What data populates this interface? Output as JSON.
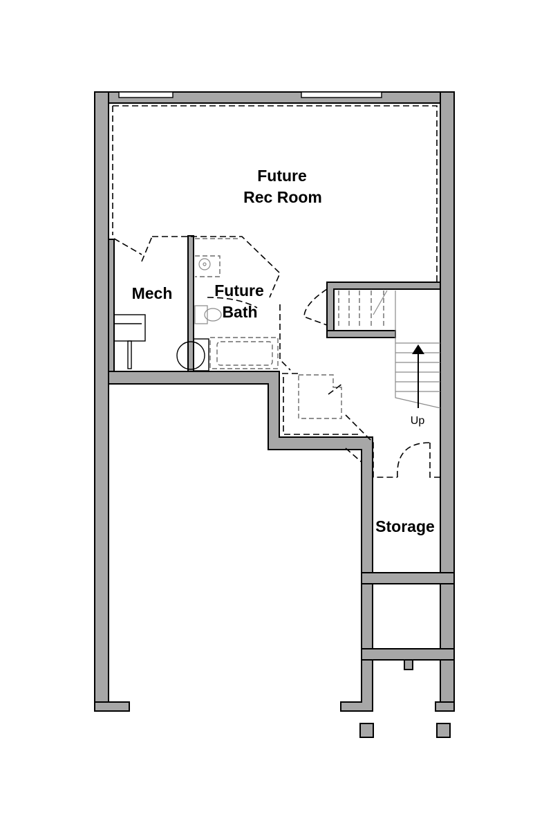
{
  "rooms": {
    "rec_room_line1": "Future",
    "rec_room_line2": "Rec Room",
    "mech": "Mech",
    "bath_line1": "Future",
    "bath_line2": "Bath",
    "storage": "Storage"
  },
  "stairs": {
    "direction_label": "Up"
  },
  "colors": {
    "wall_fill": "#a7a7a7",
    "line": "#000000",
    "background": "#ffffff"
  }
}
